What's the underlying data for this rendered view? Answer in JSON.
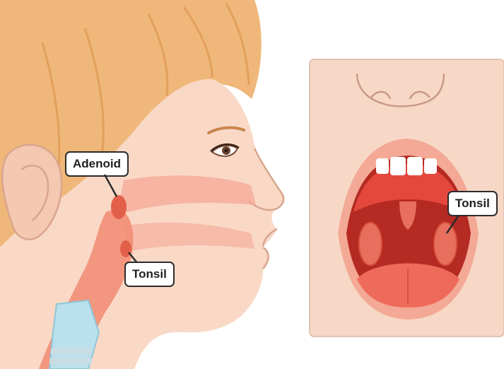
{
  "labels": {
    "adenoid": "Adenoid",
    "tonsil_side": "Tonsil",
    "tonsil_front": "Tonsil"
  },
  "colors": {
    "skin": "#f9d9c6",
    "skin_shadow": "#efc3ad",
    "hair": "#f0b77a",
    "hair_dark": "#e2a05c",
    "airway": "#f5a796",
    "tissue": "#f28a72",
    "mouth_dark": "#b52a22",
    "mouth_red": "#e4483c",
    "tongue": "#ee6a5a",
    "teeth": "#ffffff",
    "panel_bg": "#f7d8c6",
    "outline": "#2b2b2b"
  },
  "icons": [
    "ear-icon",
    "eye-icon",
    "nose-icon",
    "teeth-icon",
    "tongue-icon",
    "uvula-icon"
  ]
}
